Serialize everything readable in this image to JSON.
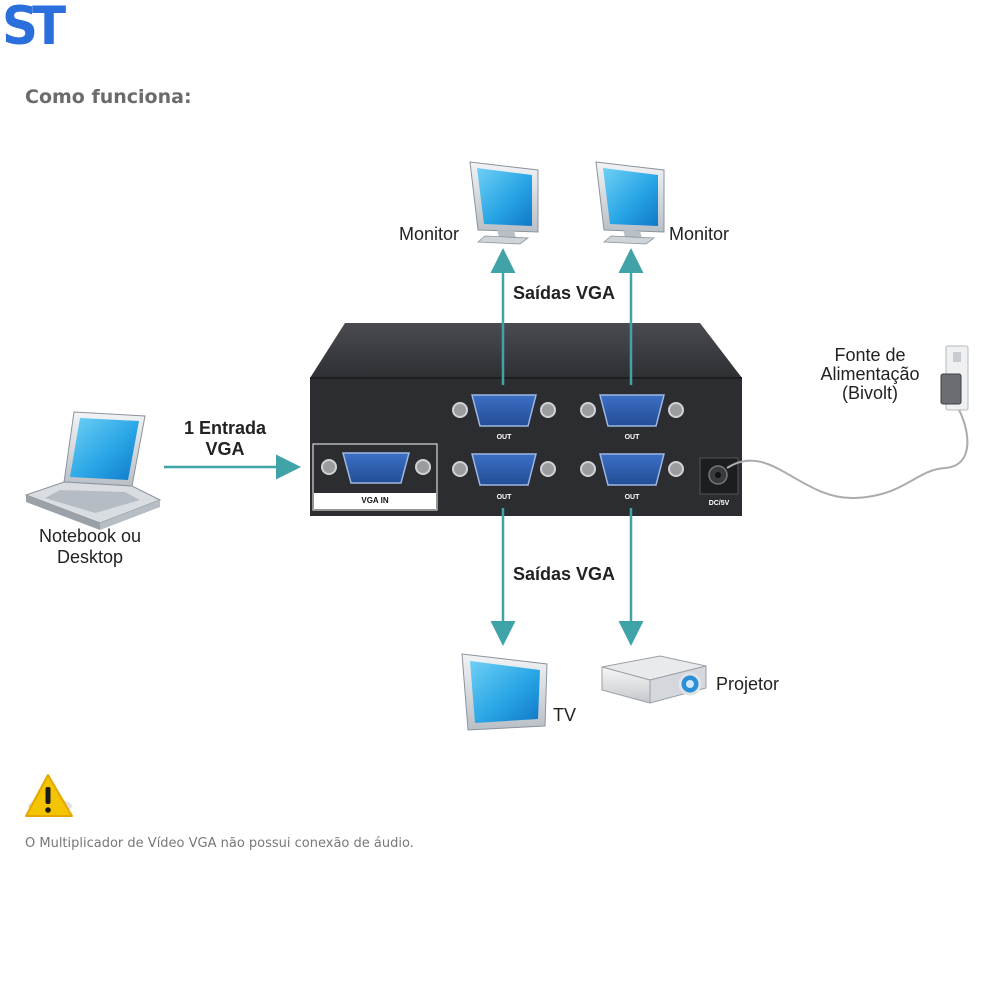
{
  "logo": {
    "text": "ST",
    "color": "#2a6fdb"
  },
  "heading": "Como funciona:",
  "device": {
    "input_port_label": "VGA IN",
    "output_port_label": "OUT",
    "power_port_label": "DC/5V",
    "body_color": "#2c2d31",
    "connector_color": "#2f5fb0"
  },
  "source": {
    "label_line1": "Notebook ou",
    "label_line2": "Desktop",
    "icon": "laptop-icon"
  },
  "input": {
    "label_line1": "1 Entrada",
    "label_line2": "VGA"
  },
  "outputs_top_label": "Saídas VGA",
  "outputs_bottom_label": "Saídas VGA",
  "monitor_left": {
    "label": "Monitor",
    "icon": "monitor-icon"
  },
  "monitor_right": {
    "label": "Monitor",
    "icon": "monitor-icon"
  },
  "tv": {
    "label": "TV",
    "icon": "tv-icon"
  },
  "projector": {
    "label": "Projetor",
    "icon": "projector-icon"
  },
  "power": {
    "label_line1": "Fonte de",
    "label_line2": "Alimentação",
    "label_line3": "(Bivolt)",
    "icon": "power-adapter-icon"
  },
  "arrow_color": "#3fa3a8",
  "note": {
    "icon": "warning-icon",
    "text": "O Multiplicador de Vídeo VGA não possui conexão de áudio."
  }
}
